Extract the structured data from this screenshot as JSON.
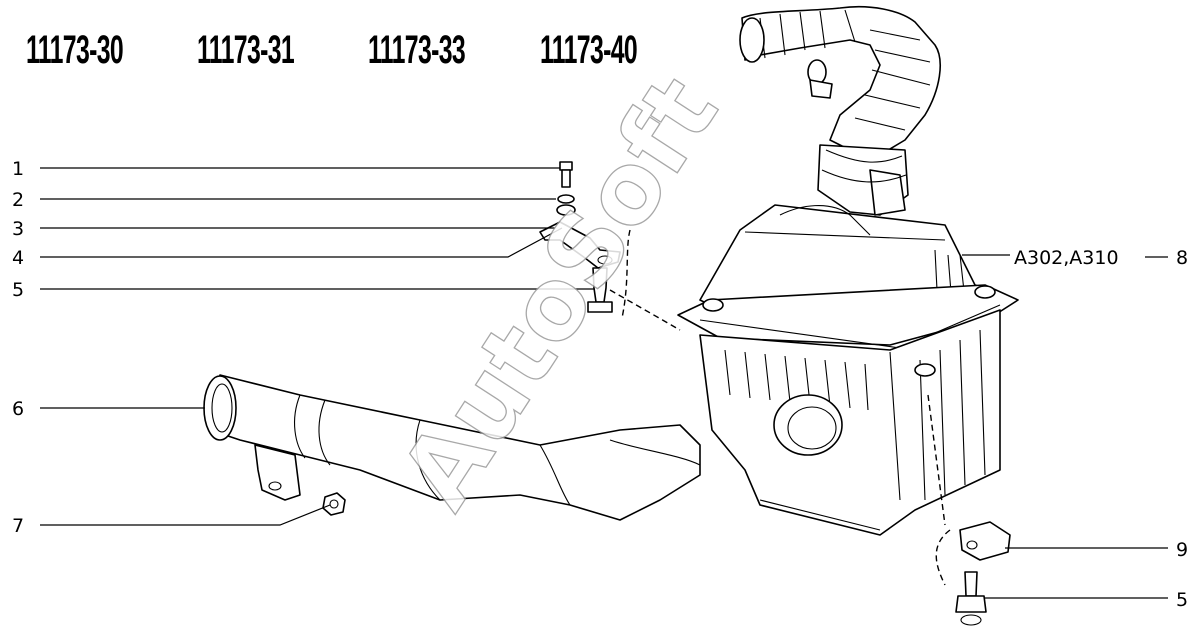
{
  "models": [
    "11173-30",
    "11173-31",
    "11173-33",
    "11173-40"
  ],
  "callouts": {
    "c1": "1",
    "c2": "2",
    "c3": "3",
    "c4": "4",
    "c5a": "5",
    "c6": "6",
    "c7": "7",
    "c8": "8",
    "c8_note": "A302,A310",
    "c9": "9",
    "c5b": "5"
  },
  "watermark": "AutoSoft"
}
